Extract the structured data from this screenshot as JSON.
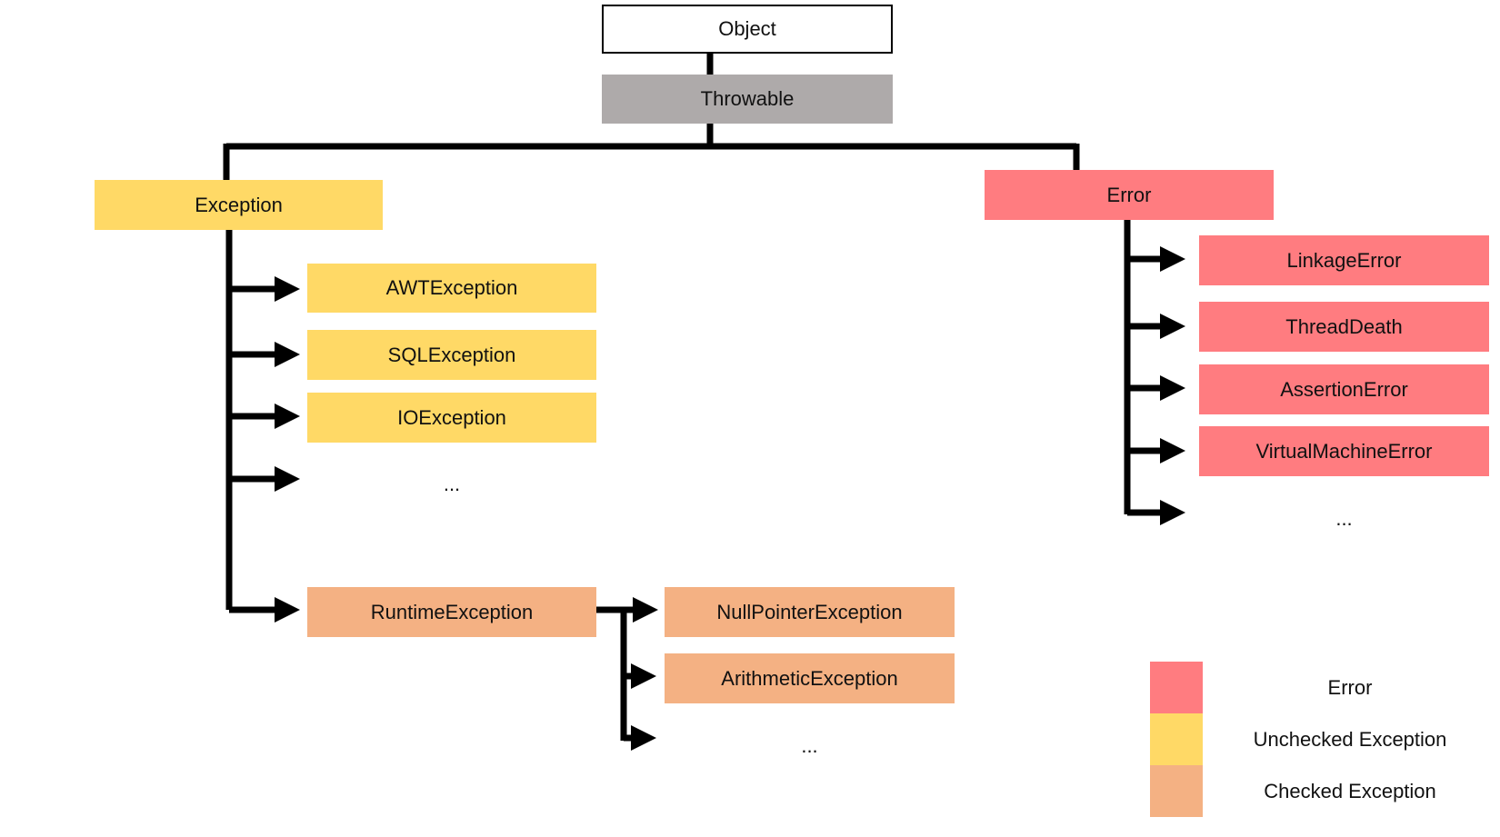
{
  "nodes": {
    "object": "Object",
    "throwable": "Throwable",
    "exception": "Exception",
    "error": "Error",
    "awt_exception": "AWTException",
    "sql_exception": "SQLException",
    "io_exception": "IOException",
    "exception_more": "...",
    "runtime_exception": "RuntimeException",
    "null_pointer_exception": "NullPointerException",
    "arithmetic_exception": "ArithmeticException",
    "runtime_more": "...",
    "linkage_error": "LinkageError",
    "thread_death": "ThreadDeath",
    "assertion_error": "AssertionError",
    "virtual_machine_error": "VirtualMachineError",
    "error_more": "..."
  },
  "legend": {
    "items": [
      {
        "label": "Error",
        "color": "#ff7c80"
      },
      {
        "label": "Unchecked Exception",
        "color": "#ffd966"
      },
      {
        "label": "Checked Exception",
        "color": "#f4b183"
      }
    ]
  },
  "colors": {
    "error": "#ff7c80",
    "unchecked": "#ffd966",
    "checked": "#f4b183",
    "throwable": "#aeaaaa",
    "line": "#000000"
  }
}
